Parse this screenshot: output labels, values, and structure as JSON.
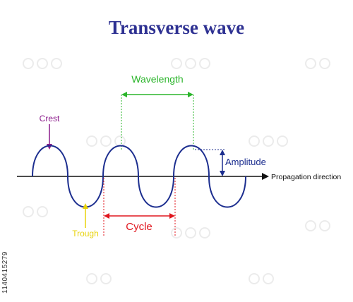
{
  "title": "Transverse wave",
  "labels": {
    "wavelength": "Wavelength",
    "crest": "Crest",
    "amplitude": "Amplitude",
    "propagation": "Propagation direction",
    "trough": "Trough",
    "cycle": "Cycle"
  },
  "watermark_id": "1140415279",
  "colors": {
    "title": "#2e3192",
    "wave": "#1c2e8f",
    "axis": "#111111",
    "wavelength": "#2bb52b",
    "crest": "#8b1a8b",
    "amplitude": "#1c2e8f",
    "trough": "#e8d20a",
    "cycle": "#e0161e",
    "stock_watermark": "#d9d9d9"
  }
}
